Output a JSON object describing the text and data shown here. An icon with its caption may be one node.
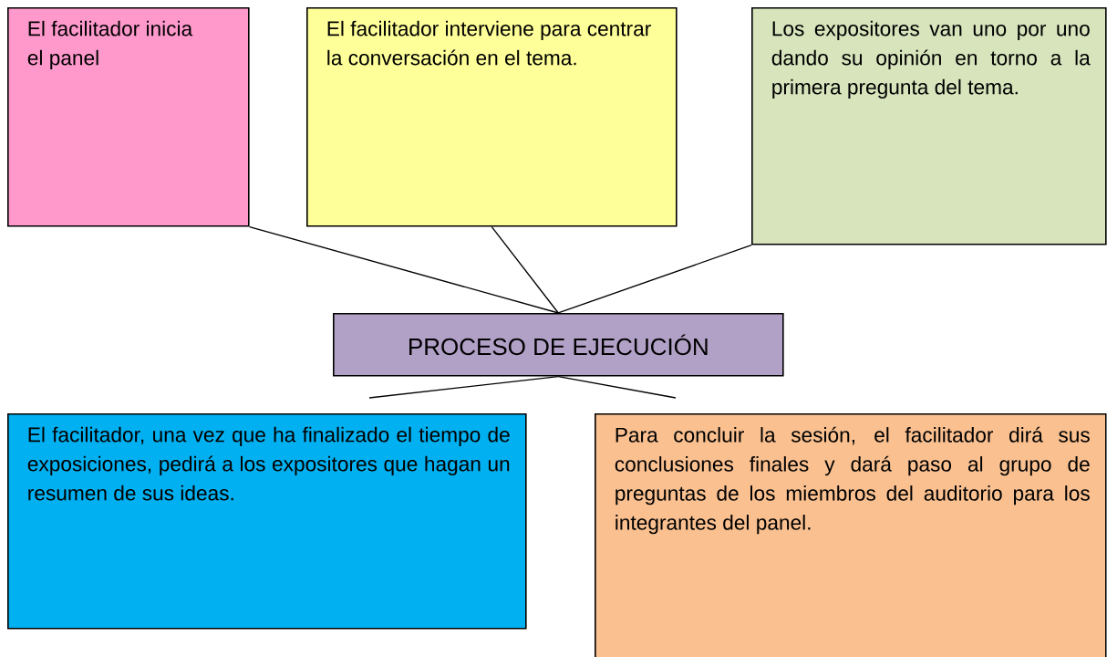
{
  "diagram": {
    "nodes": [
      {
        "text": [
          "El facilitador inicia el panel"
        ]
      },
      {
        "text": [
          "El facilitador interviene para centrar la conversación en el tema."
        ]
      },
      {
        "text": [
          "Los expositores van uno por uno dando su opinión en torno a la primera pregunta del tema."
        ]
      },
      {
        "text": [
          "PROCESO DE EJECUCIÓN"
        ]
      },
      {
        "text": [
          "El facilitador, una vez que ha finalizado el tiempo de exposiciones, pedirá a los expositores que hagan un resumen de sus ideas."
        ]
      },
      {
        "text": [
          "Para concluir la sesión, el facilitador dirá sus conclusiones finales y dará paso al grupo de preguntas de los miembros del auditorio para los integrantes del panel."
        ]
      }
    ],
    "edges": [
      {
        "from": 0,
        "to": 3,
        "arrow": "none"
      },
      {
        "from": 1,
        "to": 3,
        "arrow": "none"
      },
      {
        "from": 2,
        "to": 3,
        "arrow": "none"
      },
      {
        "from": 3,
        "to": null,
        "arrow": "none"
      },
      {
        "from": 3,
        "to": null,
        "arrow": "none"
      }
    ]
  }
}
